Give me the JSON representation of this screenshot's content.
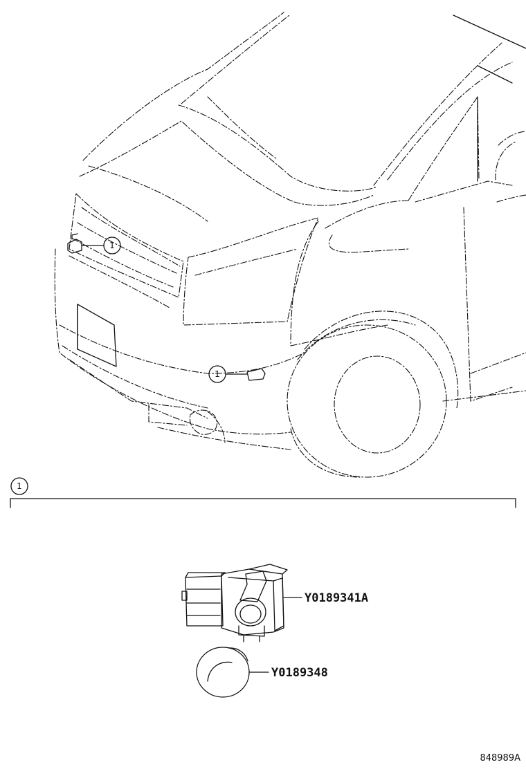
{
  "callouts": {
    "upper": "1",
    "lower": "1",
    "group": "1"
  },
  "parts": [
    {
      "part_number": "Y0189341A"
    },
    {
      "part_number": "Y0189348"
    }
  ],
  "figure_id": "848989A"
}
